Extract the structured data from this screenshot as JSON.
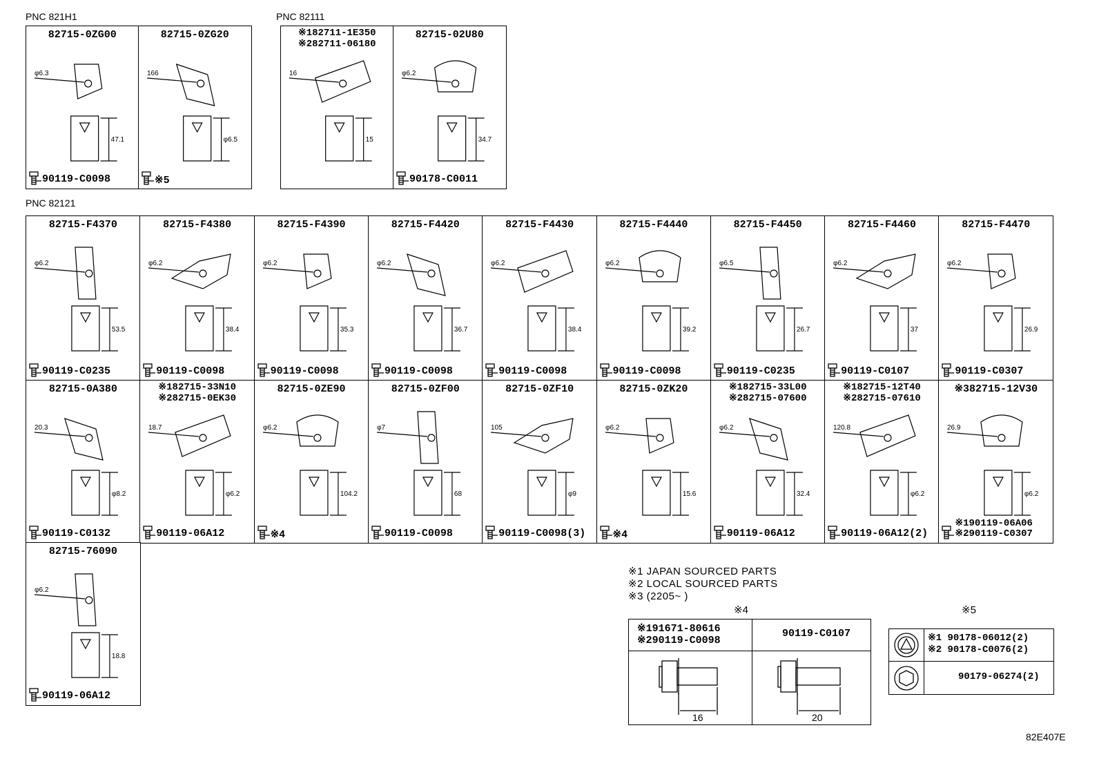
{
  "pnc_labels": {
    "a": "PNC 821H1",
    "b": "PNC 82111",
    "c": "PNC 82121"
  },
  "group_821H1": [
    {
      "part": "82715-0ZG00",
      "bolt": "90119-C0098",
      "dims": [
        "φ6.3",
        "47.1"
      ]
    },
    {
      "part": "82715-0ZG20",
      "bolt": "※5",
      "dims": [
        "166",
        "φ6.5"
      ]
    }
  ],
  "group_82111": [
    {
      "part_lines": [
        "※182711-1E350",
        "※282711-06180"
      ],
      "dims": [
        "16",
        "15"
      ]
    },
    {
      "part": "82715-02U80",
      "bolt": "90178-C0011",
      "dims": [
        "φ6.2",
        "34.7"
      ]
    }
  ],
  "row1": [
    {
      "part": "82715-F4370",
      "bolt": "90119-C0235",
      "dims": [
        "φ6.2",
        "53.5"
      ]
    },
    {
      "part": "82715-F4380",
      "bolt": "90119-C0098",
      "dims": [
        "φ6.2",
        "38.4"
      ]
    },
    {
      "part": "82715-F4390",
      "bolt": "90119-C0098",
      "dims": [
        "φ6.2",
        "35.3"
      ]
    },
    {
      "part": "82715-F4420",
      "bolt": "90119-C0098",
      "dims": [
        "φ6.2",
        "36.7"
      ]
    },
    {
      "part": "82715-F4430",
      "bolt": "90119-C0098",
      "dims": [
        "φ6.2",
        "38.4"
      ]
    },
    {
      "part": "82715-F4440",
      "bolt": "90119-C0098",
      "dims": [
        "φ6.2",
        "39.2"
      ]
    },
    {
      "part": "82715-F4450",
      "bolt": "90119-C0235",
      "dims": [
        "φ6.5",
        "26.7"
      ]
    },
    {
      "part": "82715-F4460",
      "bolt": "90119-C0107",
      "dims": [
        "φ6.2",
        "37"
      ]
    },
    {
      "part": "82715-F4470",
      "bolt": "90119-C0307",
      "dims": [
        "φ6.2",
        "26.9"
      ]
    }
  ],
  "row2": [
    {
      "part": "82715-0A380",
      "bolt": "90119-C0132",
      "dims": [
        "20.3",
        "φ8.2"
      ]
    },
    {
      "part_lines": [
        "※182715-33N10",
        "※282715-0EK30"
      ],
      "bolt": "90119-06A12",
      "dims": [
        "18.7",
        "φ6.2"
      ]
    },
    {
      "part": "82715-0ZE90",
      "bolt": "※4",
      "dims": [
        "φ6.2",
        "104.2"
      ]
    },
    {
      "part": "82715-0ZF00",
      "bolt": "90119-C0098",
      "dims": [
        "φ7",
        "68"
      ]
    },
    {
      "part": "82715-0ZF10",
      "bolt": "90119-C0098(3)",
      "dims": [
        "105",
        "φ9"
      ]
    },
    {
      "part": "82715-0ZK20",
      "bolt": "※4",
      "dims": [
        "φ6.2",
        "15.6"
      ]
    },
    {
      "part_lines": [
        "※182715-33L00",
        "※282715-07600"
      ],
      "bolt": "90119-06A12",
      "dims": [
        "φ6.2",
        "32.4"
      ]
    },
    {
      "part_lines": [
        "※182715-12T40",
        "※282715-07610"
      ],
      "bolt": "90119-06A12(2)",
      "dims": [
        "120.8",
        "φ6.2"
      ]
    },
    {
      "part": "※382715-12V30",
      "bolt_lines": [
        "※190119-06A06",
        "※290119-C0307"
      ],
      "dims": [
        "26.9",
        "φ6.2"
      ]
    }
  ],
  "row3": [
    {
      "part": "82715-76090",
      "bolt": "90119-06A12",
      "dims": [
        "φ6.2",
        "18.8"
      ]
    }
  ],
  "notes": [
    "※1 JAPAN SOURCED PARTS",
    "※2 LOCAL SOURCED PARTS",
    "※3 (2205~        )"
  ],
  "table4": {
    "title": "※4",
    "col1_lines": [
      "※191671-80616",
      "※290119-C0098"
    ],
    "col2": "90119-C0107",
    "dim1": "16",
    "dim2": "20"
  },
  "table5": {
    "title": "※5",
    "row1_lines": [
      "※1 90178-06012(2)",
      "※2 90178-C0076(2)"
    ],
    "row2": "90179-06274(2)"
  },
  "figure_id": "82E407E"
}
